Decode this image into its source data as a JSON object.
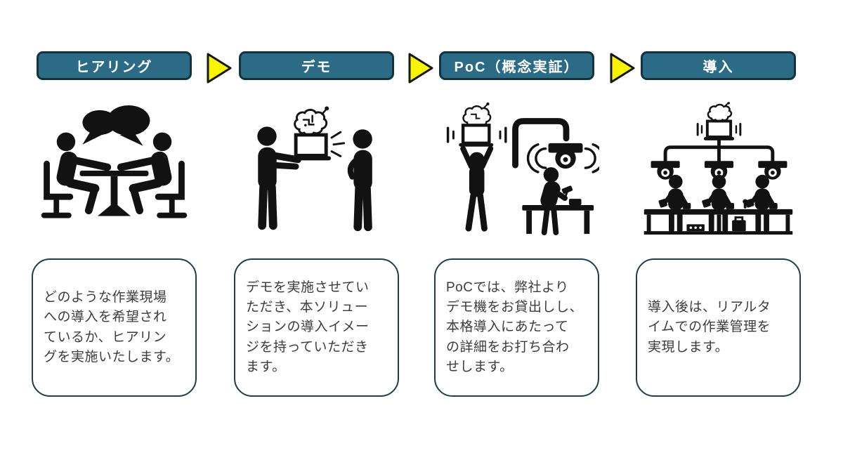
{
  "colors": {
    "page_bg": "#ffffff",
    "banner_fill": "#2b6b86",
    "banner_border": "#14313e",
    "banner_text": "#ffffff",
    "box_bg": "#ffffff",
    "box_border": "#1e3e4d",
    "body_text": "#3c3c3c",
    "arrow_fill": "#f9f500",
    "arrow_border": "#161616",
    "pictogram": "#121212"
  },
  "arrow": {
    "icon": "flow-arrow-right-icon"
  },
  "steps": [
    {
      "title": "ヒアリング",
      "icon": "meeting-discussion-icon",
      "description": "どのような作業現場\nへの導入を希望され\nているか、ヒアリン\nグを実施いたします。"
    },
    {
      "title": "デモ",
      "icon": "laptop-demo-icon",
      "description": "デモを実施させてい\nただき、本ソリュー\nションの導入イメー\nジを持っていただき\nます。"
    },
    {
      "title": "PoC（概念実証）",
      "icon": "poc-camera-trial-icon",
      "description": "PoCでは、弊社より\nデモ機をお貸出しし、\n本格導入にあたって\nの詳細をお打ち合わ\nせします。"
    },
    {
      "title": "導入",
      "icon": "realtime-monitoring-icon",
      "description": "導入後は、リアルタ\nイムでの作業管理を\n実現します。"
    }
  ]
}
